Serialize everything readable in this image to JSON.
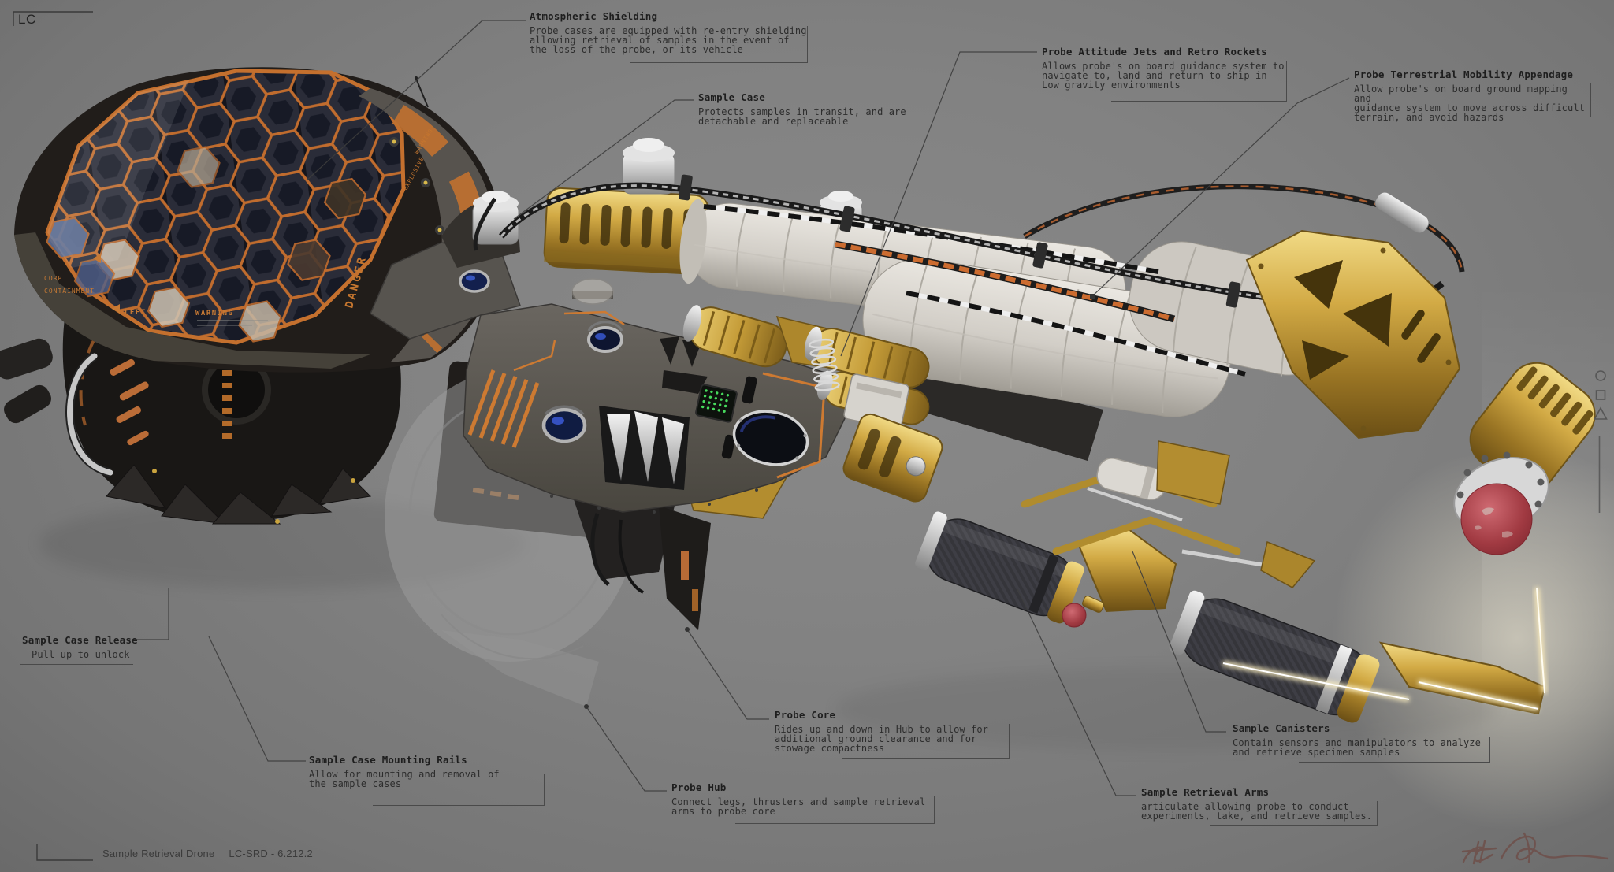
{
  "brand": "LC",
  "footer": {
    "product": "Sample Retrieval Drone",
    "model": "LC-SRD - 6.212.2"
  },
  "palette": {
    "background": "#7e7e7e",
    "accent_orange": "#c8743a",
    "gold": "#c6a23f",
    "white_tube": "#d8d5cf",
    "alert_red": "#a8343c",
    "display_green": "#3ecf5a",
    "annotation_text": "#262626",
    "annotation_line": "#3d3d3d"
  },
  "callouts": [
    {
      "id": "atmospheric-shielding",
      "title": "Atmospheric Shielding",
      "body": "Probe cases are equipped with re-entry shielding\nallowing retrieval of samples in the event of\nthe loss of the probe, or its vehicle"
    },
    {
      "id": "sample-case",
      "title": "Sample Case",
      "body": "Protects samples in transit, and are\ndetachable and replaceable"
    },
    {
      "id": "attitude-jets",
      "title": "Probe Attitude Jets and Retro Rockets",
      "body": "Allows probe's on board guidance system to\nnavigate to, land and return to ship in\nLow gravity environments"
    },
    {
      "id": "terrestrial-appendage",
      "title": "Probe Terrestrial Mobility Appendage",
      "body": "Allow probe's on board ground mapping and\nguidance system to move across difficult\nterrain, and avoid hazards"
    },
    {
      "id": "sample-case-release",
      "title": "Sample Case Release",
      "body": "Pull up to unlock"
    },
    {
      "id": "mounting-rails",
      "title": "Sample Case Mounting Rails",
      "body": "Allow for mounting and removal of\nthe sample cases"
    },
    {
      "id": "probe-hub",
      "title": "Probe Hub",
      "body": "Connect legs, thrusters and sample retrieval\narms to probe core"
    },
    {
      "id": "probe-core",
      "title": "Probe Core",
      "body": "Rides up and down in Hub to allow for\nadditional ground clearance and for\nstowage compactness"
    },
    {
      "id": "sample-canisters",
      "title": "Sample Canisters",
      "body": "Contain sensors and manipulators to analyze\nand retrieve specimen samples"
    },
    {
      "id": "retrieval-arms",
      "title": "Sample Retrieval Arms",
      "body": "articulate allowing probe to conduct\nexperiments, take, and retrieve samples."
    }
  ],
  "decals": {
    "danger": "DANGER",
    "warning": "WARNING",
    "explosive": "EXPLOSIVE",
    "left": "LEFT",
    "corp": "CORP",
    "containment": "CONTAINMENT"
  },
  "side_markers": [
    "circle",
    "square",
    "triangle"
  ]
}
